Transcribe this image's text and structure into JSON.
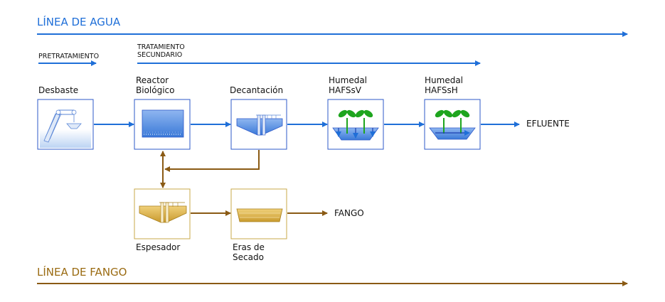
{
  "colors": {
    "water": "#1f6fd8",
    "sludge": "#8a5a14",
    "box_water_border": "#2e59c9",
    "box_sludge_border": "#c9a94a",
    "plant_green": "#1ea51e"
  },
  "water_line": {
    "title": "LÍNEA DE AGUA"
  },
  "sludge_line": {
    "title": "LÍNEA DE FANGO"
  },
  "stages": {
    "pretratamiento": "PRETRATAMIENTO",
    "tratamiento": [
      "TRATAMIENTO",
      "SECUNDARIO"
    ]
  },
  "units": {
    "desbaste": [
      "Desbaste"
    ],
    "reactor": [
      "Reactor",
      "Biológico"
    ],
    "decantacion": [
      "Decantación"
    ],
    "humedal_v": [
      "Humedal",
      "HAFSsV"
    ],
    "humedal_h": [
      "Humedal",
      "HAFSsH"
    ],
    "espesador": [
      "Espesador"
    ],
    "eras": [
      "Eras de",
      "Secado"
    ]
  },
  "outputs": {
    "efluente": "EFLUENTE",
    "fango": "FANGO"
  },
  "icons": {
    "desbaste": "screen-icon",
    "reactor": "reactor-tank-icon",
    "decantacion": "clarifier-icon",
    "humedal_v": "vertical-wetland-icon",
    "humedal_h": "horizontal-wetland-icon",
    "espesador": "thickener-icon",
    "eras": "drying-bed-icon"
  }
}
